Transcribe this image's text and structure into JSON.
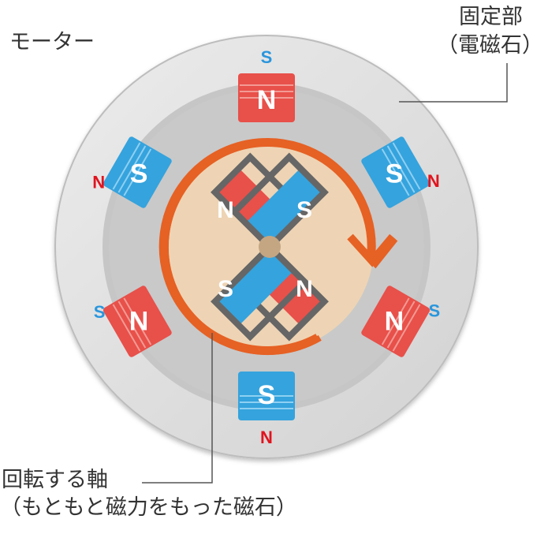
{
  "title": "モーター",
  "stator_label": {
    "line1": "固定部",
    "line2": "（電磁石）"
  },
  "rotor_label": {
    "line1": "回転する軸",
    "line2": "（もともと磁力をもった磁石）"
  },
  "colors": {
    "north": "#e8504a",
    "south": "#35a3dd",
    "north_text": "#e0141e",
    "south_text": "#2a96dc",
    "rotation_arrow": "#e66124",
    "rotor_disc": "#eed4b4",
    "rotor_frame": "#666666",
    "stator_outer": "#e3e3e3",
    "stator_inner": "#c8c8c8"
  },
  "stator_magnets": [
    {
      "position": "top",
      "face": "N",
      "outer_pole": "S"
    },
    {
      "position": "top-right",
      "face": "S",
      "outer_pole": "N"
    },
    {
      "position": "bottom-right",
      "face": "N",
      "outer_pole": "S"
    },
    {
      "position": "bottom",
      "face": "S",
      "outer_pole": "N"
    },
    {
      "position": "bottom-left",
      "face": "N",
      "outer_pole": "S"
    },
    {
      "position": "top-left",
      "face": "S",
      "outer_pole": "N"
    }
  ],
  "rotor_magnets": [
    {
      "position": "upper-left",
      "face": "N"
    },
    {
      "position": "upper-right",
      "face": "S"
    },
    {
      "position": "lower-left",
      "face": "S"
    },
    {
      "position": "lower-right",
      "face": "N"
    }
  ],
  "rotation_direction": "clockwise"
}
